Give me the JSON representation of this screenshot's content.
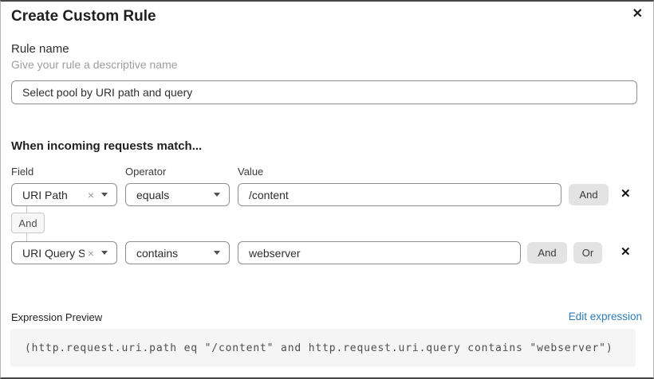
{
  "dialog": {
    "title": "Create Custom Rule"
  },
  "icons": {
    "close": "✕",
    "remove": "✕",
    "clear": "×"
  },
  "rule_name": {
    "label": "Rule name",
    "hint": "Give your rule a descriptive name",
    "value": "Select pool by URI path and query"
  },
  "matcher": {
    "heading": "When incoming requests match...",
    "columns": {
      "field": "Field",
      "operator": "Operator",
      "value": "Value"
    },
    "connector_label": "And",
    "rows": [
      {
        "field": "URI Path",
        "operator": "equals",
        "value": "/content",
        "and_label": "And"
      },
      {
        "field": "URI Query St...",
        "operator": "contains",
        "value": "webserver",
        "and_label": "And",
        "or_label": "Or"
      }
    ]
  },
  "expression": {
    "label": "Expression Preview",
    "edit_link": "Edit expression",
    "code": "(http.request.uri.path eq \"/content\" and http.request.uri.query contains \"webserver\")"
  },
  "colors": {
    "link_blue": "#2c7cb8",
    "button_bg": "#e3e3e3",
    "code_bg": "#f5f5f5",
    "border_gray": "#8f8f8f"
  }
}
